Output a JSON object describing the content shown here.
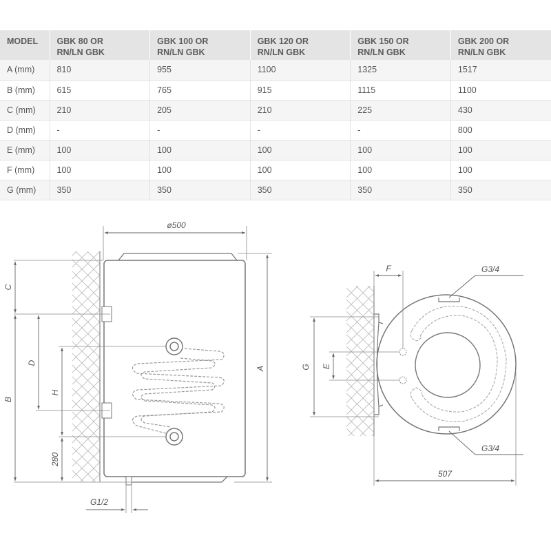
{
  "table": {
    "header": [
      "MODEL",
      "GBK 80 OR\nRN/LN GBK",
      "GBK 100 OR\nRN/LN GBK",
      "GBK 120 OR\nRN/LN GBK",
      "GBK 150 OR\nRN/LN GBK",
      "GBK 200 OR\nRN/LN GBK"
    ],
    "rows": [
      [
        "A (mm)",
        "810",
        "955",
        "1100",
        "1325",
        "1517"
      ],
      [
        "B (mm)",
        "615",
        "765",
        "915",
        "1115",
        "1100"
      ],
      [
        "C (mm)",
        "210",
        "205",
        "210",
        "225",
        "430"
      ],
      [
        "D (mm)",
        "-",
        "-",
        "-",
        "-",
        "800"
      ],
      [
        "E (mm)",
        "100",
        "100",
        "100",
        "100",
        "100"
      ],
      [
        "F (mm)",
        "100",
        "100",
        "100",
        "100",
        "100"
      ],
      [
        "G (mm)",
        "350",
        "350",
        "350",
        "350",
        "350"
      ]
    ]
  },
  "drawing": {
    "labels": {
      "diameter": "ø500",
      "A": "A",
      "B": "B",
      "C": "C",
      "D": "D",
      "H": "H",
      "h280": "280",
      "drain": "G1/2",
      "F": "F",
      "G": "G",
      "E": "E",
      "conn_top": "G3/4",
      "conn_bottom": "G3/4",
      "width": "507"
    }
  }
}
